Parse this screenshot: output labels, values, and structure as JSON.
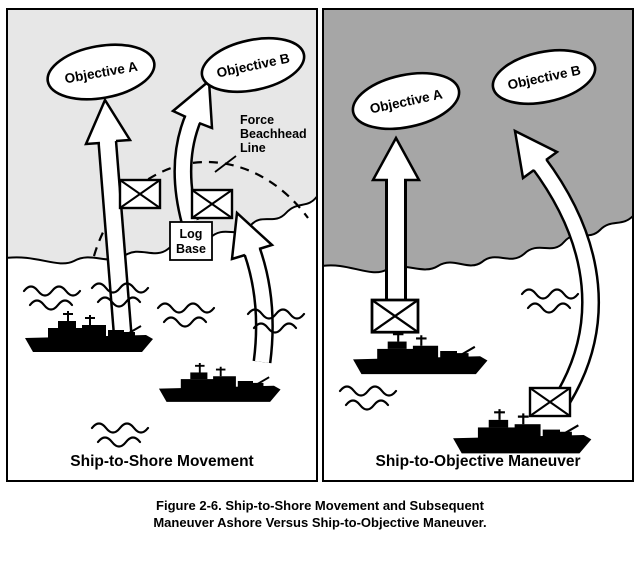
{
  "figure": {
    "caption_line1": "Figure 2-6. Ship-to-Shore Movement and Subsequent",
    "caption_line2": "Maneuver Ashore Versus Ship-to-Objective Maneuver."
  },
  "left_panel": {
    "title": "Ship-to-Shore Movement",
    "objective_a": "Objective A",
    "objective_b": "Objective B",
    "beachhead_label": [
      "Force",
      "Beachhead",
      "Line"
    ],
    "log_base": [
      "Log",
      "Base"
    ]
  },
  "right_panel": {
    "title": "Ship-to-Objective Maneuver",
    "objective_a": "Objective A",
    "objective_b": "Objective B"
  },
  "colors": {
    "left_land": "#e7e7e7",
    "right_land": "#a6a6a6",
    "ink": "#000000",
    "water": "#ffffff"
  }
}
